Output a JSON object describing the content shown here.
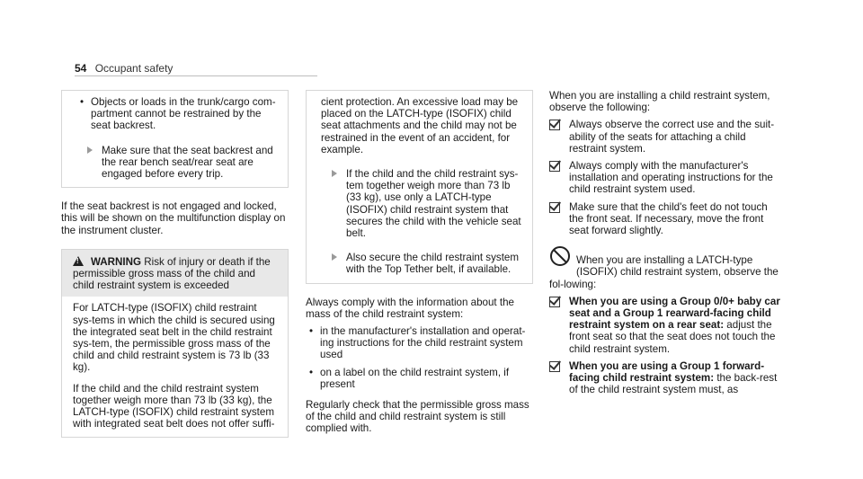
{
  "header": {
    "page_number": "54",
    "section": "Occupant safety"
  },
  "col1": {
    "box1_bullet": "Objects or loads in the trunk/cargo com-partment cannot be restrained by the seat backrest.",
    "box1_arrow": "Make sure that the seat backrest and the rear bench seat/rear seat are engaged before every trip.",
    "para": "If the seat backrest is not engaged and locked, this will be shown on the multifunction display on the instrument cluster.",
    "warning": {
      "label": "WARNING",
      "head_text": "Risk of injury or death if the permissible gross mass of the child and child restraint system is exceeded",
      "body1": "For LATCH-type (ISOFIX) child restraint sys-tems in which the child is secured using the integrated seat belt in the child restraint sys-tem, the permissible gross mass of the child and child restraint system is 73 lb (33 kg).",
      "body2": "If the child and the child restraint system together weigh more than 73 lb (33 kg), the LATCH-type (ISOFIX) child restraint system with integrated seat belt does not offer suffi-"
    }
  },
  "col2": {
    "box_text": "cient protection. An excessive load may be placed on the LATCH-type (ISOFIX) child seat attachments and the child may not be restrained in the event of an accident, for example.",
    "arrow1": "If the child and the child restraint sys-tem together weigh more than 73 lb (33 kg), use only a LATCH-type (ISOFIX) child restraint system that secures the child with the vehicle seat belt.",
    "arrow2": "Also secure the child restraint system with the Top Tether belt, if available.",
    "para1": "Always comply with the information about the mass of the child restraint system:",
    "bullet1": "in the manufacturer's installation and operat-ing instructions for the child restraint system used",
    "bullet2": "on a label on the child restraint system, if present",
    "para2": "Regularly check that the permissible gross mass of the child and child restraint system is still complied with."
  },
  "col3": {
    "intro": "When you are installing a child restraint system, observe the following:",
    "check1": "Always observe the correct use and the suit-ability of the seats for attaching a child restraint system.",
    "check2": "Always comply with the manufacturer's installation and operating instructions for the child restraint system used.",
    "check3": "Make sure that the child's feet do not touch the front seat. If necessary, move the front seat forward slightly.",
    "note": "When you are installing a LATCH-type (ISOFIX) child restraint system, observe the fol-lowing:",
    "check4_bold": "When you are using a Group 0/0+ baby car seat and a Group 1 rearward-facing child restraint system on a rear seat:",
    "check4_rest": "adjust the front seat so that the seat does not touch the child restraint system.",
    "check5_bold": "When you are using a Group 1 forward-facing child restraint system:",
    "check5_rest": "the back-rest of the child restraint system must, as"
  }
}
